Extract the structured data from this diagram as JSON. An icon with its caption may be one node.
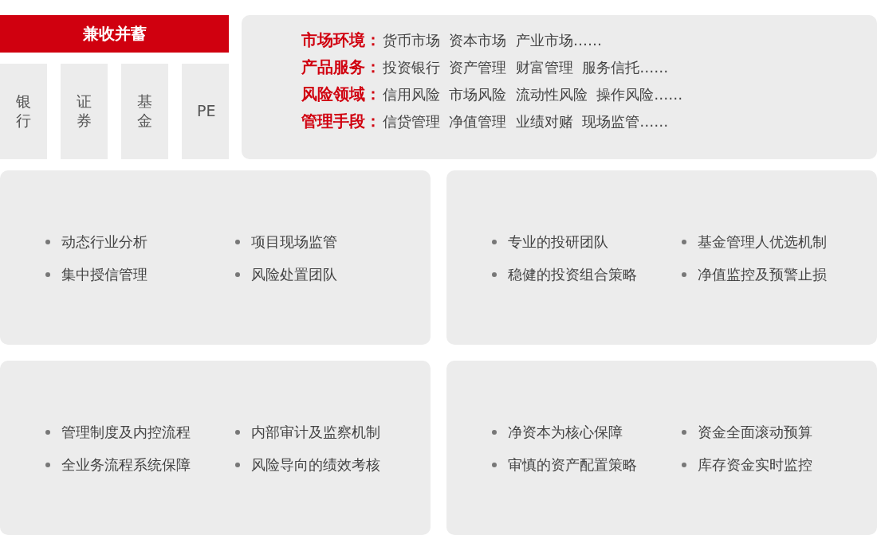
{
  "diagram": {
    "nodes": [
      {
        "text": [
          "兼收并蓄"
        ]
      },
      {
        "text": [
          "银行"
        ]
      },
      {
        "text": [
          "证券"
        ]
      },
      {
        "text": [
          "基金"
        ]
      },
      {
        "text": [
          "PE"
        ]
      },
      {
        "text": [
          "市场环境：",
          "货币市场 资本市场 产业市场……",
          "产品服务：",
          "投资银行 资产管理 财富管理 服务信托……",
          "风险领域：",
          "信用风险 市场风险 流动性风险 操作风险……",
          "管理手段：",
          "信贷管理 净值管理 业绩对赌 现场监管……"
        ]
      },
      {
        "text": [
          "动态行业分析",
          "项目现场监管",
          "集中授信管理",
          "风险处置团队"
        ]
      },
      {
        "text": [
          "专业的投研团队",
          "基金管理人优选机制",
          "稳健的投资组合策略",
          "净值监控及预警止损"
        ]
      },
      {
        "text": [
          "管理制度及内控流程",
          "内部审计及监察机制",
          "全业务流程系统保障",
          "风险导向的绩效考核"
        ]
      },
      {
        "text": [
          "净资本为核心保障",
          "资金全面滚动预算",
          "审慎的资产配置策略",
          "库存资金实时监控"
        ]
      }
    ],
    "edges": []
  }
}
